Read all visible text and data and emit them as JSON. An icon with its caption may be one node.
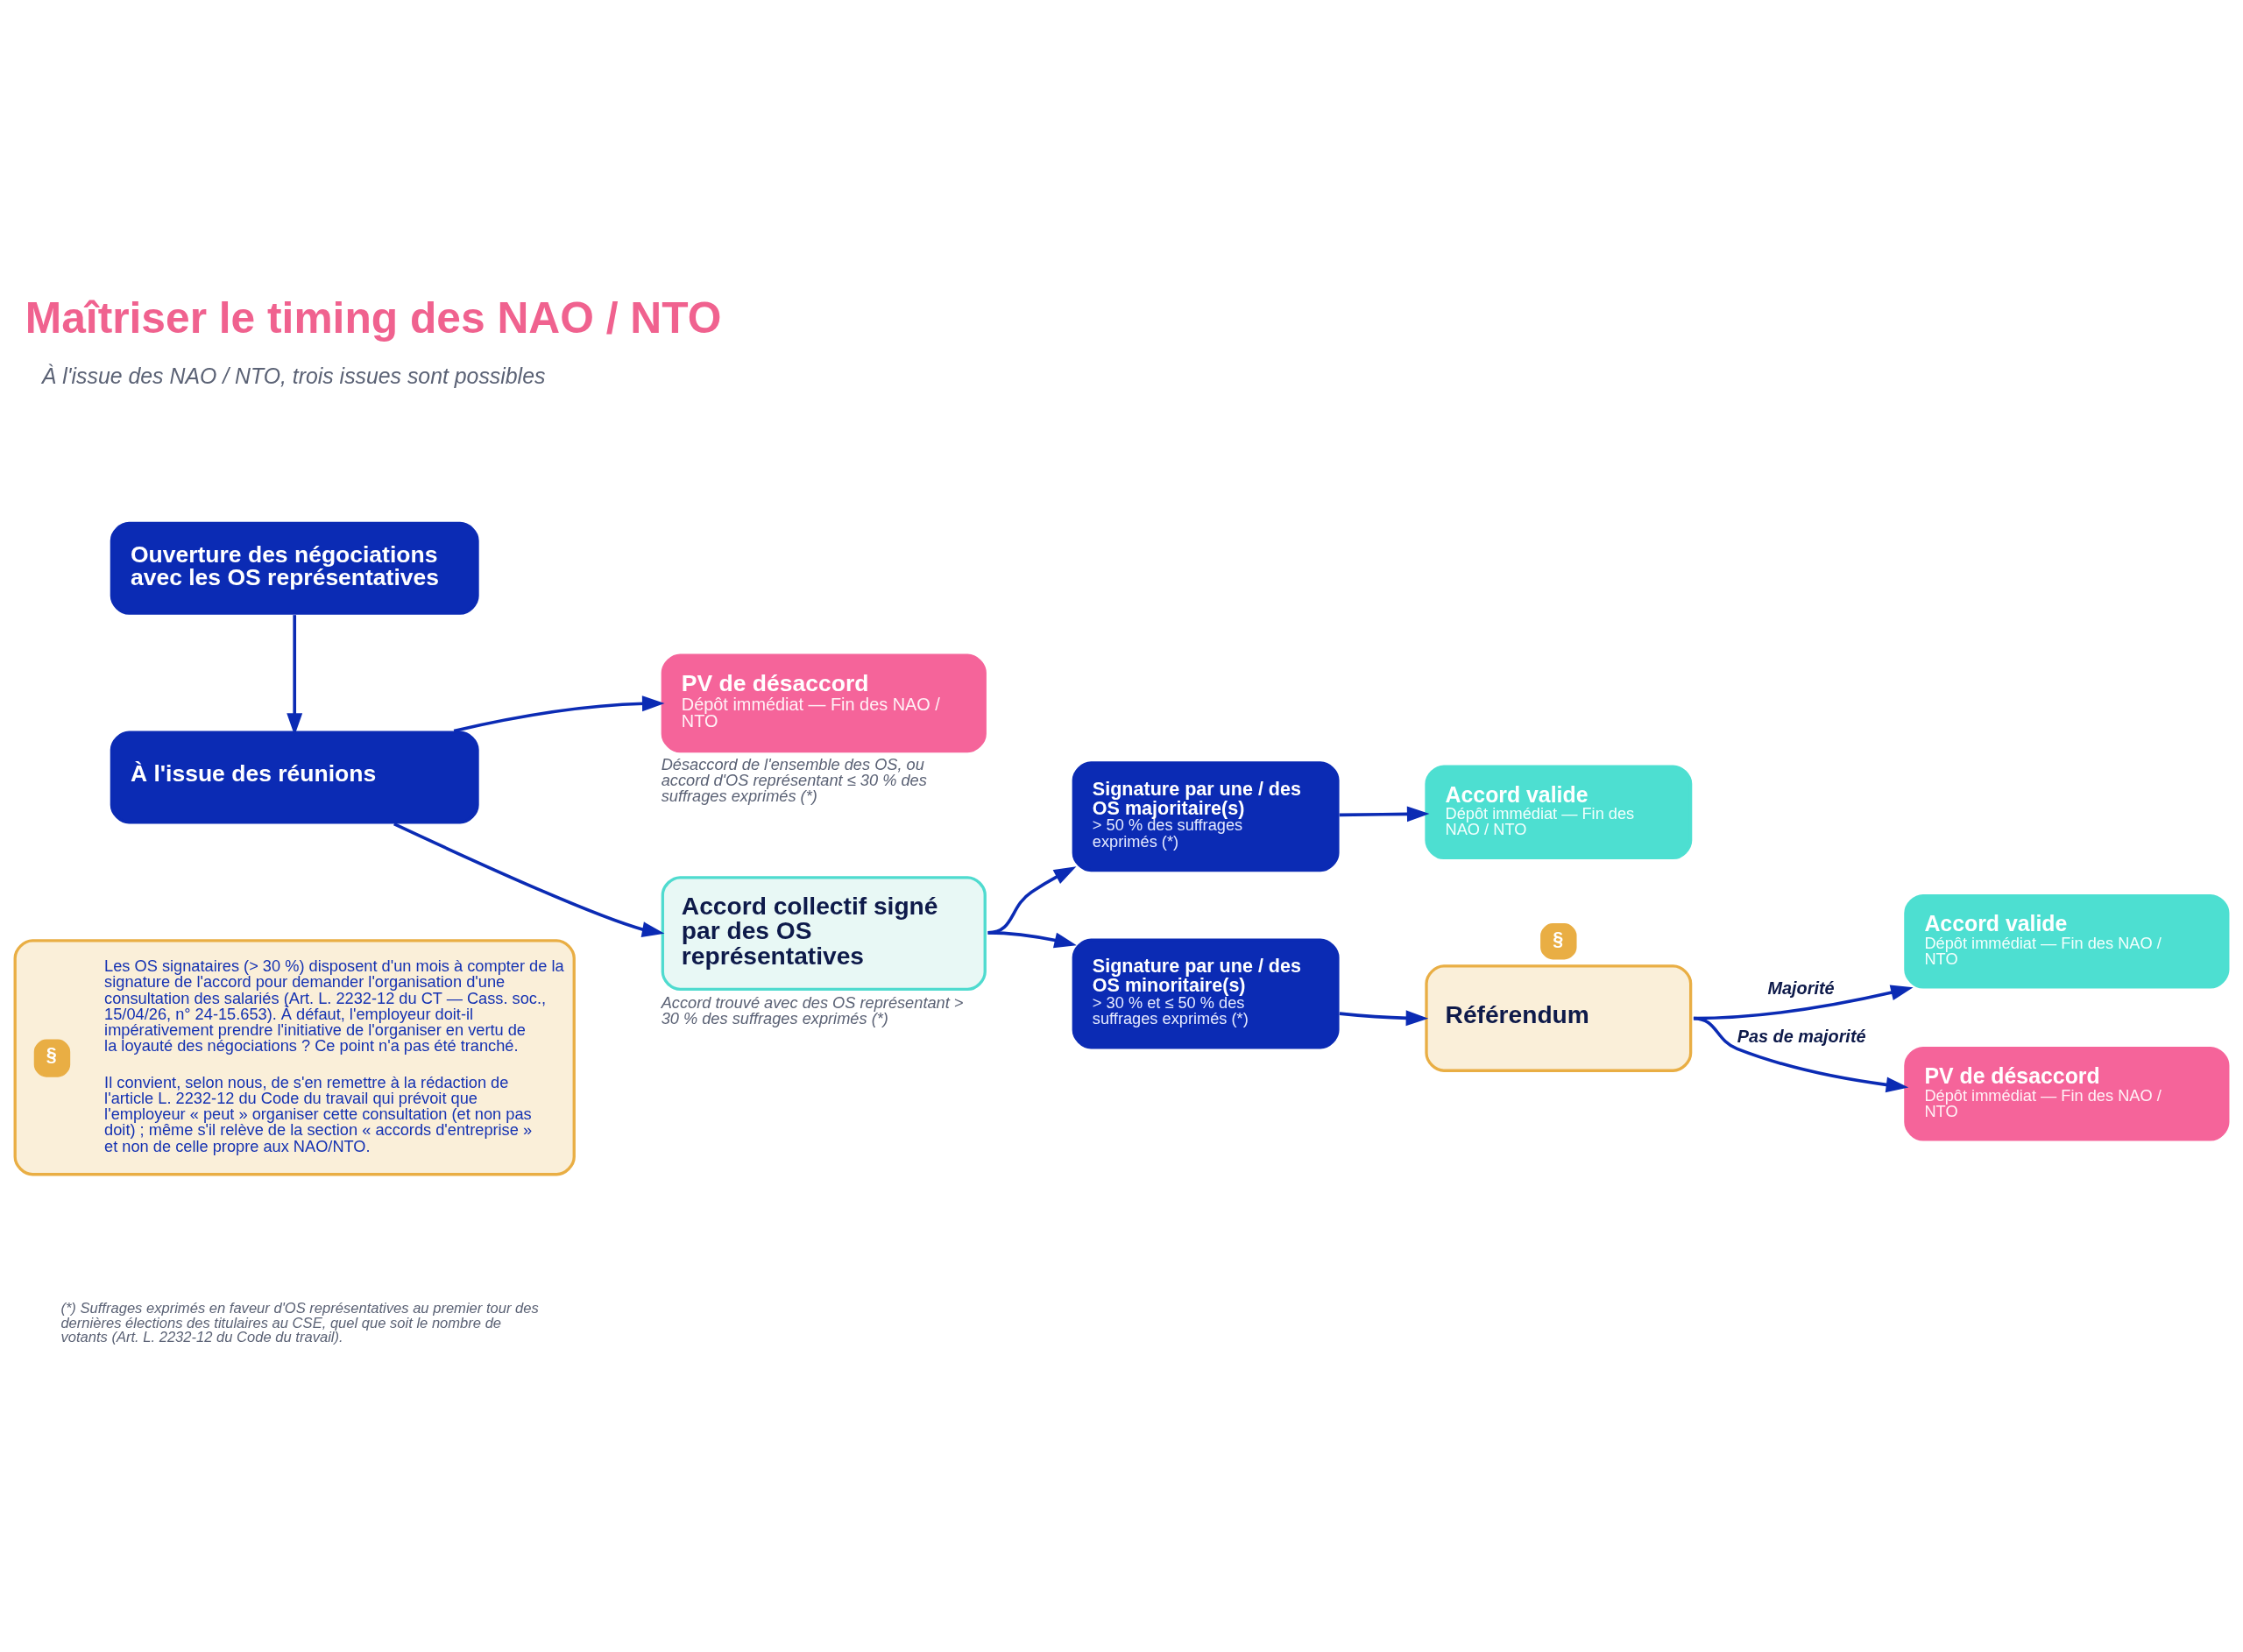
{
  "diagram": {
    "title": "Maîtriser le timing des NAO / NTO",
    "nodes": [
      {
        "text": [
          "Ouverture des négociations avec les OS représentatives"
        ]
      },
      {
        "text": [
          "À l'issue des réunions"
        ]
      },
      {
        "text": [
          "PV de désaccord",
          "Dépôt immédiat — Fin des NAO / NTO"
        ],
        "beside": [
          "Désaccord de l'ensemble des OS, ou accord d'OS représentant ≤ 30 % des suffrages exprimés (*)"
        ]
      },
      {
        "text": [
          "Accord collectif signé par des OS représentatives"
        ],
        "beside": [
          "Accord trouvé avec des OS représentant > 30 % des suffrages exprimés (*)"
        ]
      },
      {
        "text": [
          "Signature par une / des OS majoritaire(s)",
          "> 50 % des suffrages exprimés (*)"
        ]
      },
      {
        "text": [
          "Accord valide",
          "Dépôt immédiat — Fin des NAO / NTO"
        ]
      },
      {
        "text": [
          "Signature par une / des OS minoritaire(s)",
          "> 30 % et ≤ 50 % des suffrages exprimés (*)"
        ]
      },
      {
        "text": [
          "§",
          "Référendum"
        ]
      },
      {
        "text": [
          "Accord valide",
          "Dépôt immédiat — Fin des NAO / NTO"
        ]
      },
      {
        "text": [
          "PV de désaccord",
          "Dépôt immédiat — Fin des NAO / NTO"
        ]
      },
      {
        "text": [
          "§",
          "Les OS signataires (> 30 %) disposent d'un mois à compter de la signature de l'accord pour demander l'organisation d'une consultation des salariés (Art. L. 2232-12 du CT — Cass. soc., 15/04/26, n° 24-15.653). À défaut, l'employeur doit-il impérativement prendre l'initiative de l'organiser en vertu de la loyauté des négociations ? Ce point n'a pas été tranché.",
          "Il convient, selon nous, de s'en remettre à la rédaction de l'article L. 2232-12 du Code du travail qui prévoit que l'employeur « peut » organiser cette consultation (et non pas doit) ; même s'il relève de la section « accords d'entreprise » et non de celle propre aux NAO/NTO."
        ]
      }
    ],
    "edges": [
      {
        "from": 0,
        "to": 1,
        "arrow": "to"
      },
      {
        "from": 1,
        "to": 2,
        "arrow": "to"
      },
      {
        "from": 1,
        "to": 3,
        "arrow": "to"
      },
      {
        "from": 3,
        "to": 4,
        "arrow": "to"
      },
      {
        "from": 3,
        "to": 6,
        "arrow": "to"
      },
      {
        "from": 4,
        "to": 5,
        "arrow": "to"
      },
      {
        "from": 6,
        "to": 7,
        "arrow": "to"
      },
      {
        "from": 7,
        "to": 8,
        "arrow": "to",
        "label": "Majorité"
      },
      {
        "from": 7,
        "to": 9,
        "arrow": "to",
        "label": "Pas de majorité"
      }
    ],
    "labels": [
      "À l'issue des NAO / NTO, trois issues sont possibles",
      "(*) Suffrages exprimés en faveur d'OS représentatives au premier tour des dernières élections des titulaires au CSE, quel que soit le nombre de votants (Art. L. 2232-12 du Code du travail)."
    ]
  }
}
